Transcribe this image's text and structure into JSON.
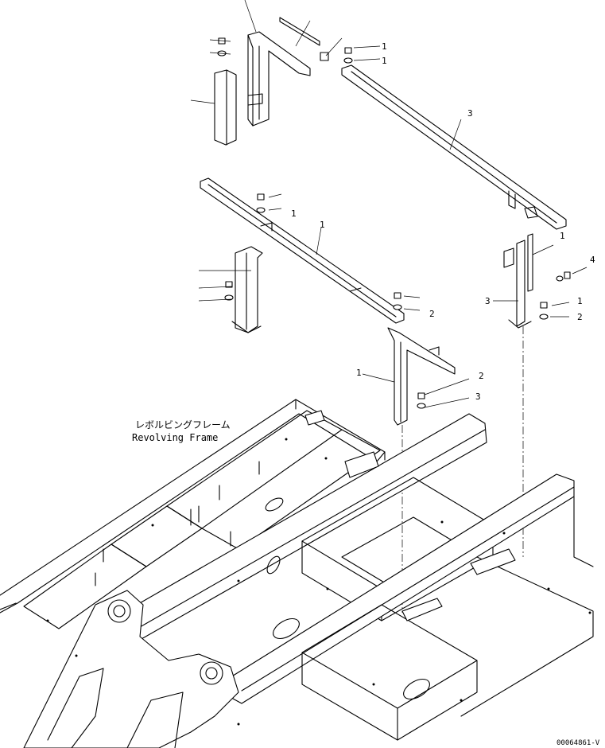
{
  "labels": {
    "frame_jp": "レボルビングフレーム",
    "frame_en": "Revolving Frame",
    "doc_id": "00064861-V"
  },
  "callouts": {
    "c1": "1",
    "c2": "1",
    "c3": "3",
    "c4": "1",
    "c5": "1",
    "c6": "2",
    "c7": "3",
    "c8": "1",
    "c9": "2",
    "c10": "1",
    "c11": "2",
    "c12": "3",
    "c13": "4",
    "c14": "1"
  }
}
